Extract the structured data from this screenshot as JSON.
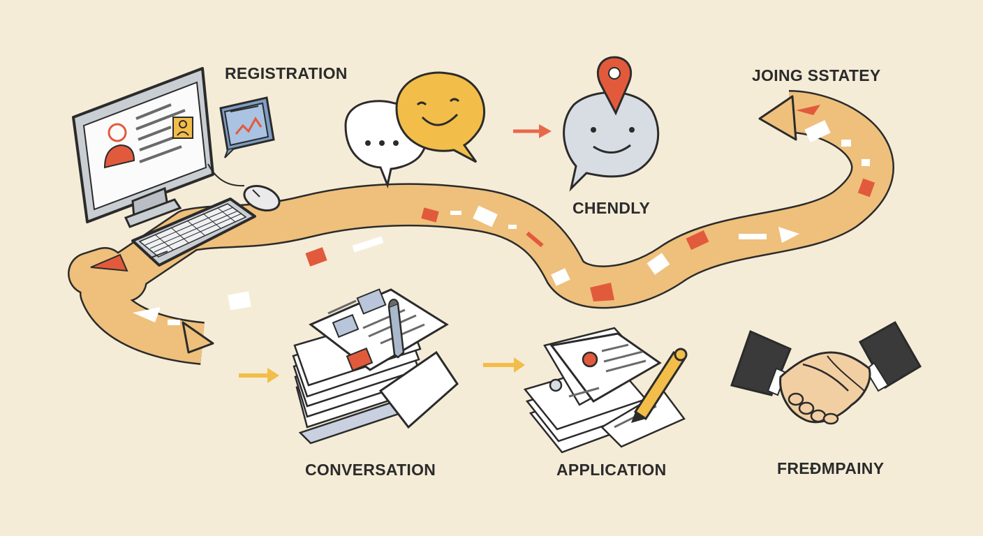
{
  "labels": {
    "registration": "REGISTRATION",
    "joining_strategy": "JOING SSTATEY",
    "friendly": "CHENDLY",
    "conversation": "CONVERSATION",
    "application": "APPLICATION",
    "company": "FREÐMPAINY"
  },
  "colors": {
    "background": "#f5ecd8",
    "path": "#eec07c",
    "accent_red": "#e25a3c",
    "accent_yellow": "#f2bd49",
    "outline": "#2b2b2b",
    "bubble_blue": "#d8dde3"
  },
  "icons": [
    "computer-icon",
    "chart-card-icon",
    "mouse-icon",
    "keyboard-icon",
    "speech-bubble-icon",
    "smiley-bubble-icon",
    "location-pin-icon",
    "document-stack-icon",
    "pen-icon",
    "handshake-icon",
    "arrow-icon"
  ]
}
